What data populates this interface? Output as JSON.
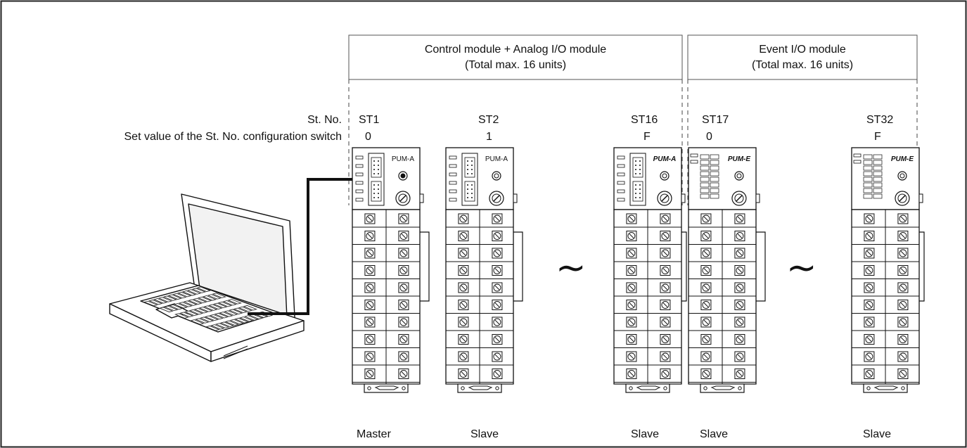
{
  "groups": [
    {
      "line1": "Control module + Analog I/O module",
      "line2": "(Total max. 16 units)"
    },
    {
      "line1": "Event I/O module",
      "line2": "(Total max. 16 units)"
    }
  ],
  "row_labels": {
    "station": "St. No.",
    "switch": "Set value of the St. No. configuration switch"
  },
  "modules": [
    {
      "station": "ST1",
      "switch": "0",
      "role": "Master",
      "model": "PUM-A",
      "kind": "A"
    },
    {
      "station": "ST2",
      "switch": "1",
      "role": "Slave",
      "model": "PUM-A",
      "kind": "A"
    },
    {
      "station": "ST16",
      "switch": "F",
      "role": "Slave",
      "model": "PUM-A",
      "kind": "A"
    },
    {
      "station": "ST17",
      "switch": "0",
      "role": "Slave",
      "model": "PUM-E",
      "kind": "E"
    },
    {
      "station": "ST32",
      "switch": "F",
      "role": "Slave",
      "model": "PUM-E",
      "kind": "E"
    }
  ],
  "continuation_symbol": "~"
}
